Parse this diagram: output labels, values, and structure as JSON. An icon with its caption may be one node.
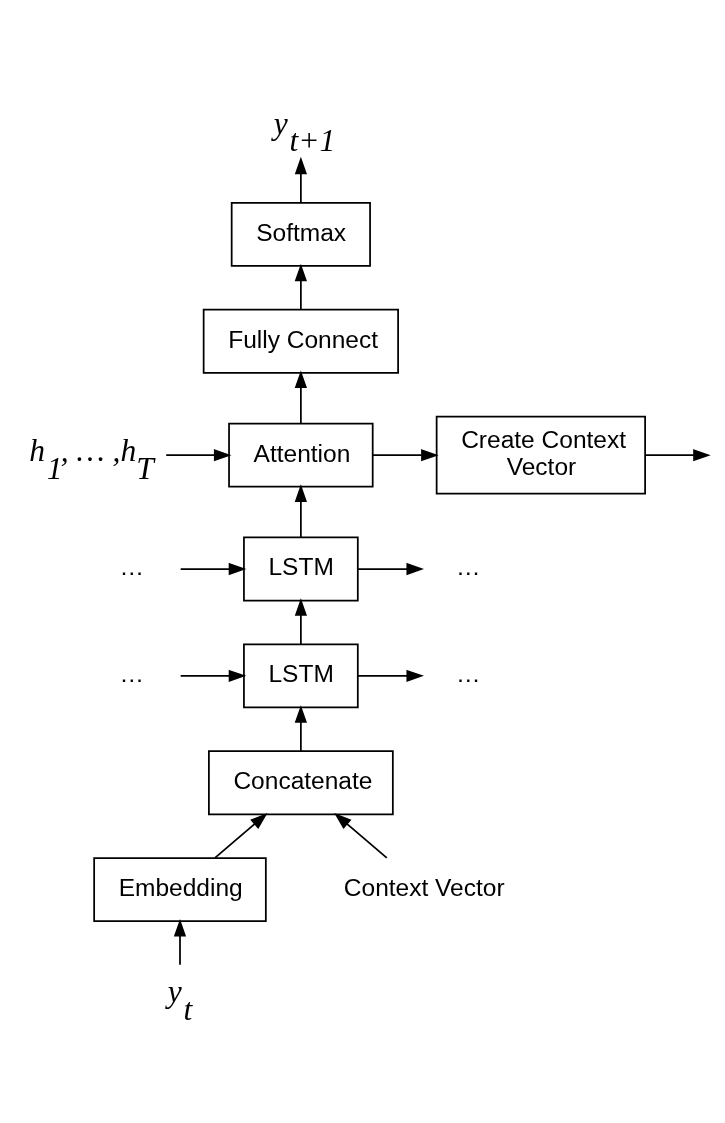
{
  "diagram": {
    "nodes": [
      {
        "text": [
          "y$_{t+1}$"
        ]
      },
      {
        "text": [
          "Softmax"
        ]
      },
      {
        "text": [
          "Fully Connect"
        ]
      },
      {
        "text": [
          "h$_{1}$, … ,h$_{T}$"
        ]
      },
      {
        "text": [
          "Attention"
        ]
      },
      {
        "text": [
          "Create Context Vector"
        ]
      },
      {
        "text": [
          "…"
        ]
      },
      {
        "text": [
          "LSTM"
        ]
      },
      {
        "text": [
          "…"
        ]
      },
      {
        "text": [
          "…"
        ]
      },
      {
        "text": [
          "LSTM"
        ]
      },
      {
        "text": [
          "…"
        ]
      },
      {
        "text": [
          "Concatenate"
        ]
      },
      {
        "text": [
          "Embedding"
        ]
      },
      {
        "text": [
          "Context Vector"
        ]
      },
      {
        "text": [
          "y$_{t}$"
        ]
      }
    ],
    "edges": [
      {
        "from": 1,
        "to": 0,
        "arrow": "to"
      },
      {
        "from": 2,
        "to": 1,
        "arrow": "to"
      },
      {
        "from": 4,
        "to": 2,
        "arrow": "to"
      },
      {
        "from": 3,
        "to": 4,
        "arrow": "to"
      },
      {
        "from": 4,
        "to": 5,
        "arrow": "to"
      },
      {
        "from": 5,
        "to": null,
        "arrow": "to"
      },
      {
        "from": 7,
        "to": 4,
        "arrow": "to"
      },
      {
        "from": 6,
        "to": 7,
        "arrow": "to"
      },
      {
        "from": 7,
        "to": 8,
        "arrow": "to"
      },
      {
        "from": 10,
        "to": 7,
        "arrow": "to"
      },
      {
        "from": 9,
        "to": 10,
        "arrow": "to"
      },
      {
        "from": 10,
        "to": 11,
        "arrow": "to"
      },
      {
        "from": 12,
        "to": 10,
        "arrow": "to"
      },
      {
        "from": 13,
        "to": 12,
        "arrow": "to"
      },
      {
        "from": 14,
        "to": 12,
        "arrow": "to"
      },
      {
        "from": 15,
        "to": 13,
        "arrow": "to"
      }
    ]
  }
}
